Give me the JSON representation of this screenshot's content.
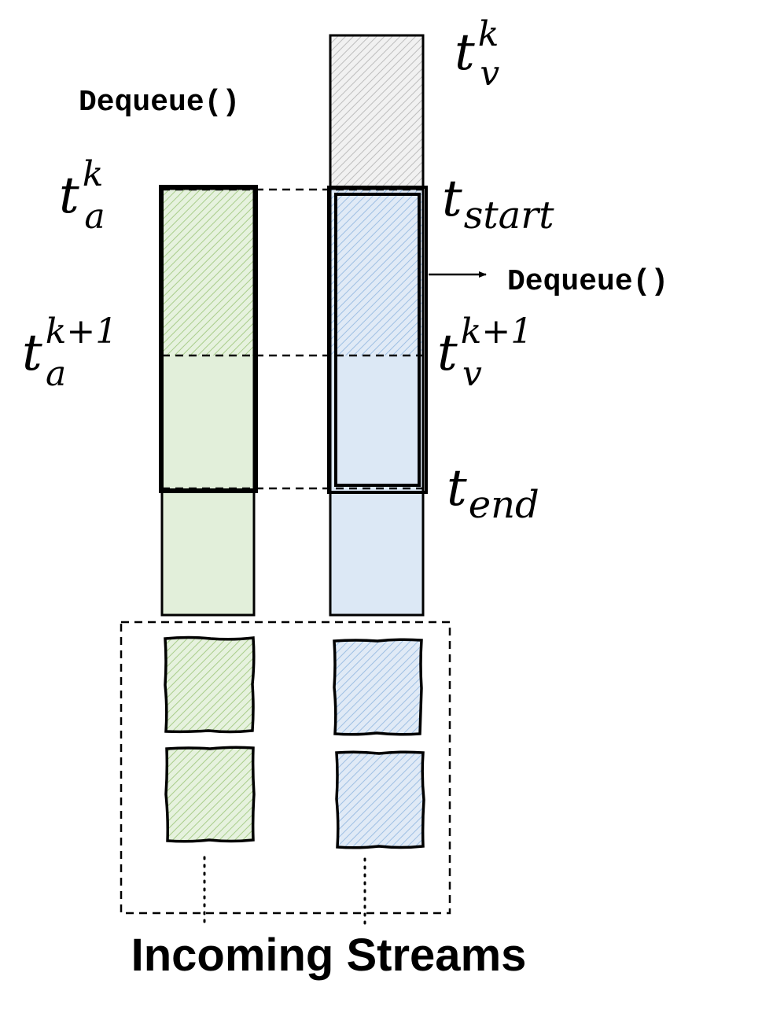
{
  "labels": {
    "dequeue_top": "Dequeue()",
    "dequeue_right": "Dequeue()",
    "incoming_streams": "Incoming Streams"
  },
  "time_labels": {
    "tv_k": {
      "base": "t",
      "sub": "v",
      "sup": "k"
    },
    "ta_k": {
      "base": "t",
      "sub": "a",
      "sup": "k"
    },
    "ta_k1": {
      "base": "t",
      "sub": "a",
      "sup": "k+1"
    },
    "tv_k1": {
      "base": "t",
      "sub": "v",
      "sup": "k+1"
    },
    "t_start": {
      "base": "t",
      "sub": "start"
    },
    "t_end": {
      "base": "t",
      "sub": "end"
    }
  },
  "colors": {
    "audio_fill": "#e2efda",
    "audio_hatch": "#a9cd8b",
    "video_fill": "#dce8f5",
    "video_hatch": "#9ebfe3",
    "dequeued_fill": "#ededed",
    "dequeued_hatch": "#b9b9b9",
    "stroke": "#000000"
  }
}
